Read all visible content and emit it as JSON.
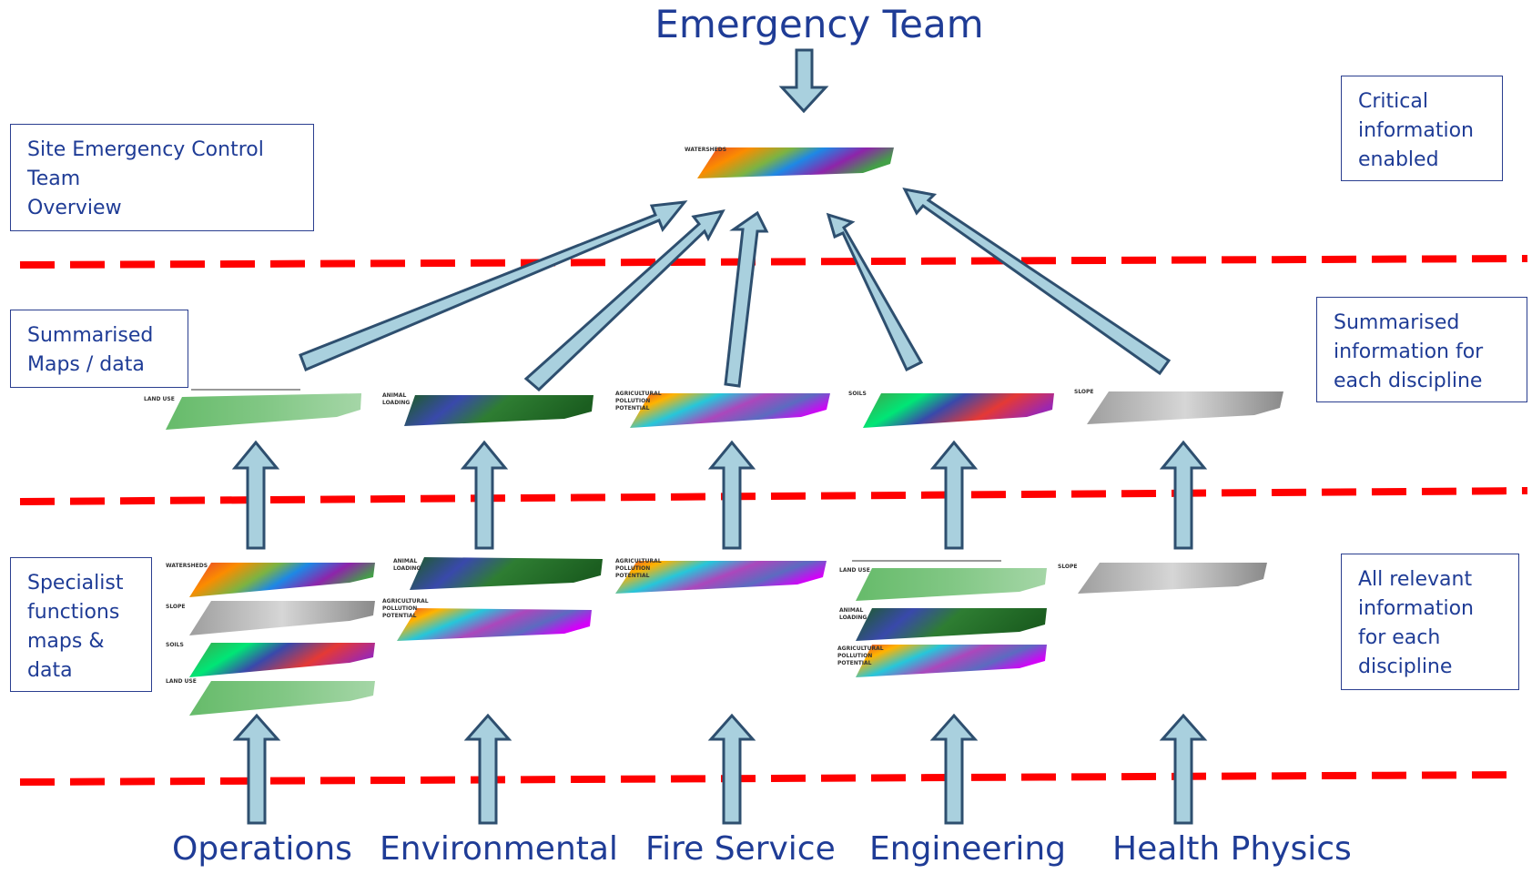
{
  "title": "Emergency Team",
  "left_boxes": {
    "overview": [
      "Site Emergency Control",
      "Team",
      "Overview"
    ],
    "summarised": [
      "Summarised",
      "Maps / data"
    ],
    "specialist": [
      "Specialist",
      "functions",
      "maps &",
      "data"
    ]
  },
  "right_boxes": {
    "critical": [
      "Critical",
      "information",
      "enabled"
    ],
    "summarised": [
      "Summarised",
      "information for",
      "each discipline"
    ],
    "relevant": [
      "All relevant",
      "information",
      "for each",
      "discipline"
    ]
  },
  "disciplines": [
    "Operations",
    "Environmental",
    "Fire Service",
    "Engineering",
    "Health Physics"
  ],
  "map_labels": {
    "watersheds": "WATERSHEDS",
    "land_use": "LAND USE",
    "animal_loading": [
      "ANIMAL",
      "LOADING"
    ],
    "ag_pollution": [
      "AGRICULTURAL",
      "POLLUTION",
      "POTENTIAL"
    ],
    "soils": "SOILS",
    "slope": "SLOPE"
  },
  "colors": {
    "text_blue": "#1f3c96",
    "dash_red": "#ff0000",
    "arrow_fill": "#a9d0de",
    "arrow_stroke": "#2e4f6f"
  }
}
